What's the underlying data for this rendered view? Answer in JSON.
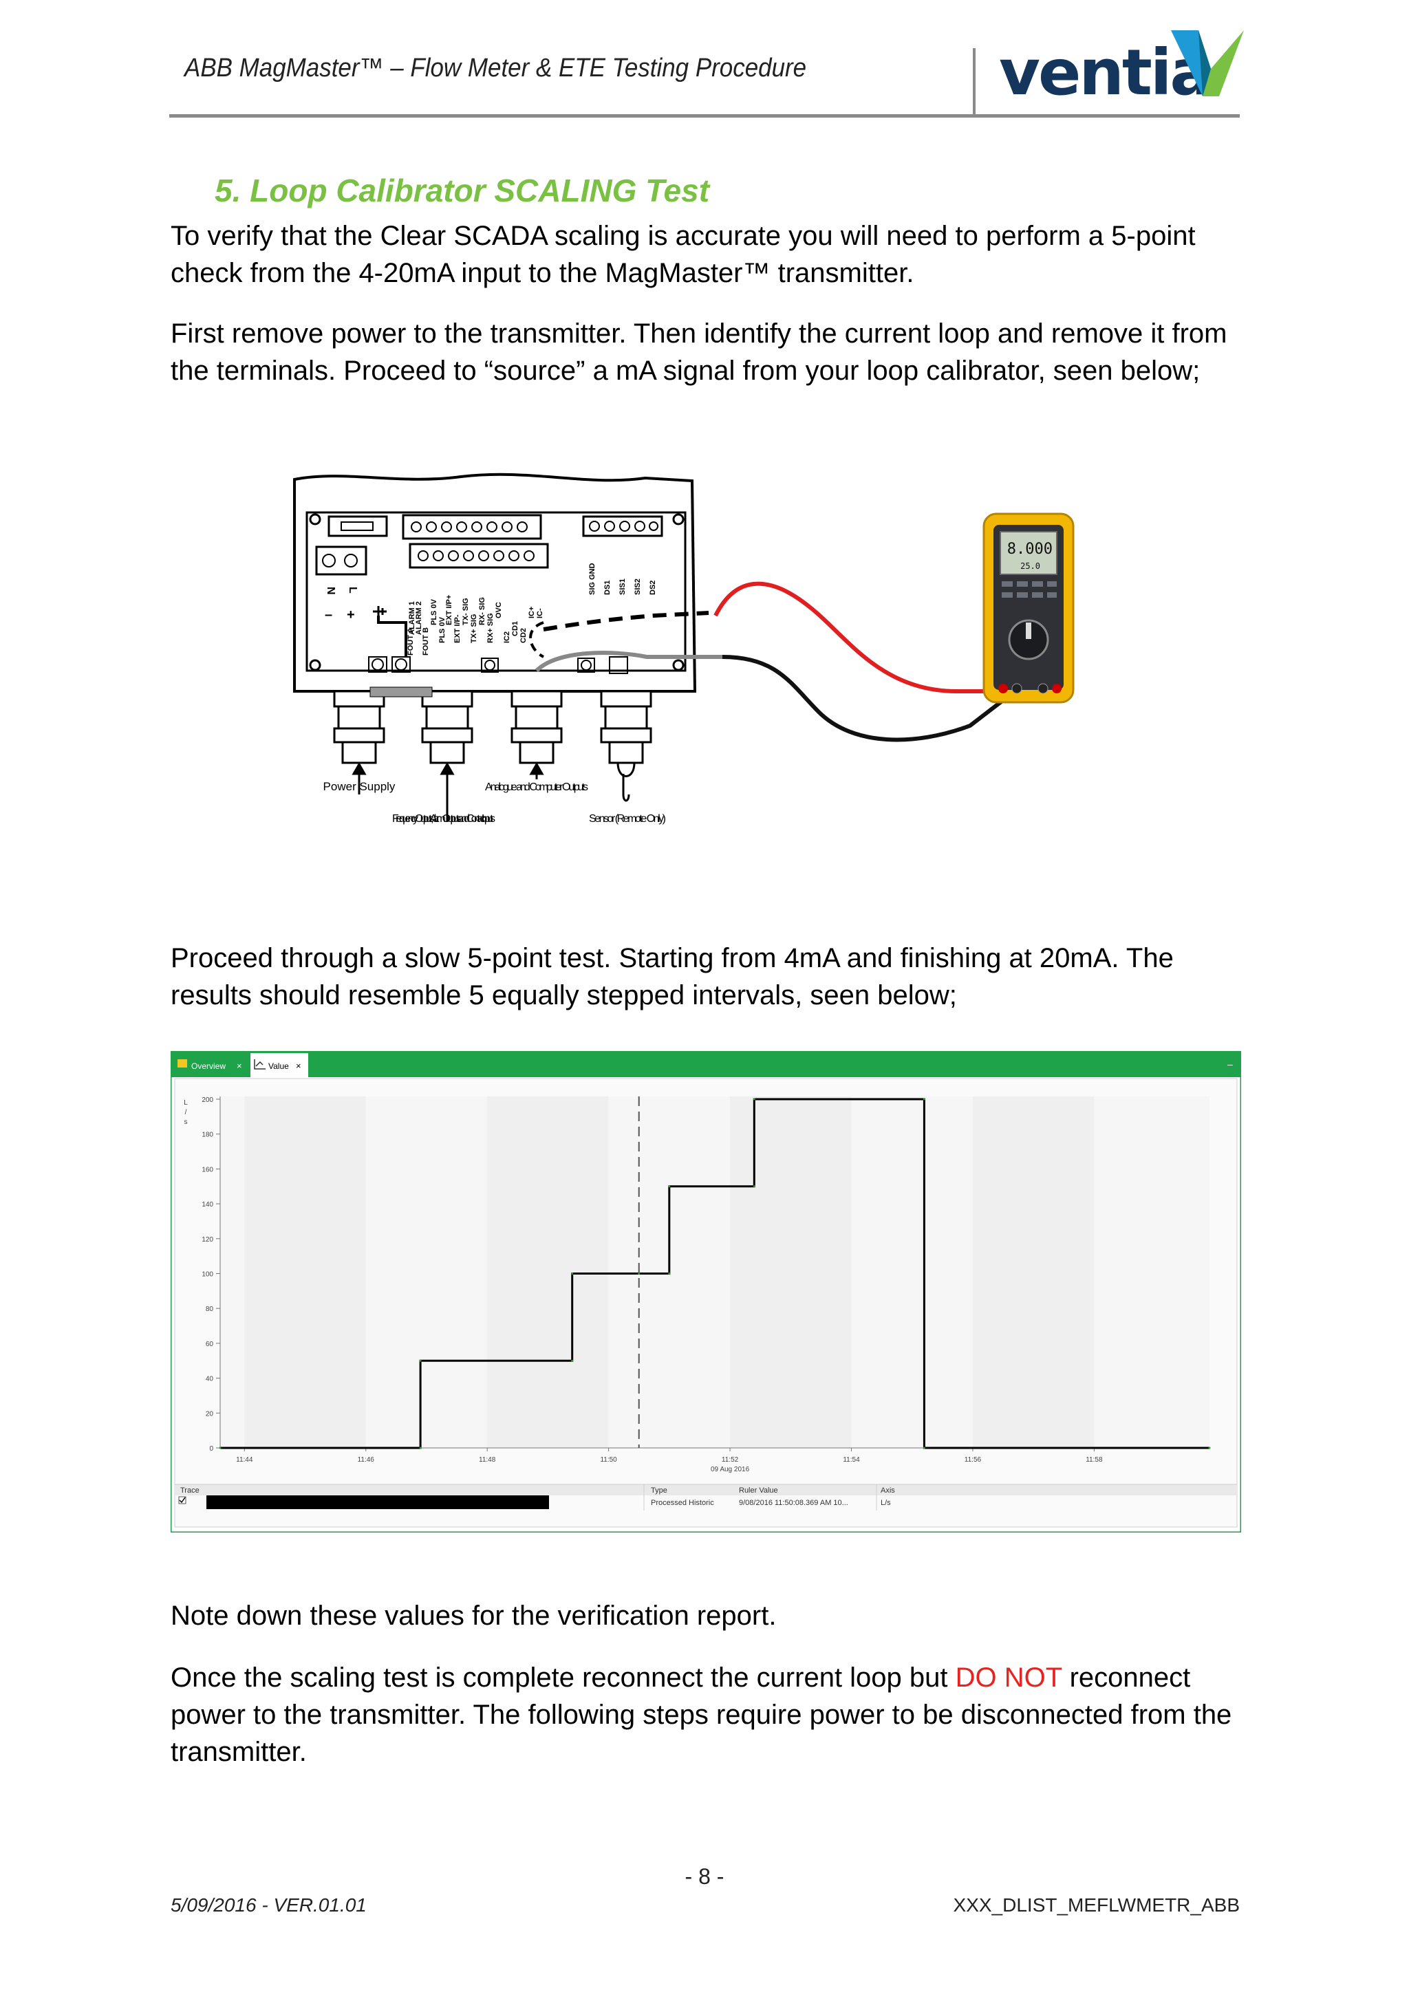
{
  "header": {
    "title": "ABB MagMaster™ – Flow Meter & ETE Testing Procedure",
    "logo_text": "ventia"
  },
  "section": {
    "number": "5.",
    "title": "Loop Calibrator SCALING Test"
  },
  "paragraphs": {
    "p1": "To verify that the Clear SCADA scaling is accurate you will need to perform a 5-point check from the 4-20mA input to the MagMaster™ transmitter.",
    "p2": "First remove power to the transmitter. Then identify the current loop and remove it from the terminals. Proceed to “source” a mA signal from your loop calibrator, seen below;",
    "p3": "Proceed through a slow 5-point test. Starting from 4mA and finishing at 20mA. The results should resemble 5 equally stepped intervals, seen below;",
    "p4": "Note down these values for the verification report.",
    "p5_a": "Once the scaling test is complete reconnect the current loop but ",
    "p5_red": "DO NOT",
    "p5_b": " reconnect power to the transmitter. The following steps require power to be disconnected from the transmitter."
  },
  "diagram": {
    "left_terminals": [
      "N",
      "L",
      "–",
      "+"
    ],
    "top_terminals": [
      "ALARM 1",
      "ALARM 2",
      "FOUT A",
      "FOUT B",
      "PLS 0V",
      "PLS 0V",
      "EXT I/P+",
      "EXT I/P-",
      "TX- SIG",
      "TX+ SIG",
      "RX- SIG",
      "RX+ SIG",
      "OVC",
      "IC2",
      "CD1",
      "CD2",
      "IC+",
      "IC-"
    ],
    "right_terminals": [
      "SIG GND",
      "DS1",
      "SIS1",
      "SIS2",
      "DS2"
    ],
    "labels": {
      "power": "Power Supply",
      "freq": "Frequency Outputs, Alarm Outputs and Contact Inputs",
      "analogue": "Analogue and Computer Outputs",
      "sensor": "Sensor (Remote Only)"
    },
    "meter": {
      "main_reading": "8.000",
      "sub_reading": "25.0"
    }
  },
  "trend": {
    "tabs": [
      "Overview",
      "Value"
    ],
    "y_unit": "L / s",
    "date_label": "09 Aug 2016",
    "table_headers": [
      "Trace",
      "Type",
      "Ruler Value",
      "Axis"
    ],
    "table_row": {
      "type": "Processed Historic",
      "ruler": "9/08/2016 11:50:08.369 AM  10...",
      "axis": "L/s"
    },
    "colors": {
      "frame": "#1ea34a",
      "line": "#000000",
      "ruler": "#555555"
    }
  },
  "chart_data": {
    "type": "line",
    "title": "",
    "xlabel": "09 Aug 2016",
    "ylabel": "L / s",
    "ylim": [
      0,
      200
    ],
    "xlim": [
      "11:43.6",
      "11:59.9"
    ],
    "x_ticks": [
      "11:44",
      "11:46",
      "11:48",
      "11:50",
      "11:52",
      "11:54",
      "11:56",
      "11:58"
    ],
    "y_ticks": [
      0,
      20,
      40,
      60,
      80,
      100,
      120,
      140,
      160,
      180,
      200
    ],
    "ruler_x": "11:50.5",
    "series": [
      {
        "points": [
          [
            "11:43.6",
            0
          ],
          [
            "11:46.9",
            0
          ],
          [
            "11:46.9",
            50
          ],
          [
            "11:49.4",
            50
          ],
          [
            "11:49.4",
            100
          ],
          [
            "11:50.5",
            100
          ],
          [
            "11:51.0",
            100
          ],
          [
            "11:51.0",
            150
          ],
          [
            "11:52.4",
            150
          ],
          [
            "11:52.4",
            200
          ],
          [
            "11:55.2",
            200
          ],
          [
            "11:55.2",
            0
          ],
          [
            "11:59.9",
            0
          ]
        ]
      }
    ]
  },
  "footer": {
    "page": "- 8 -",
    "left": "5/09/2016 -  VER.01.01",
    "right": "XXX_DLIST_MEFLWMETR_ABB"
  }
}
